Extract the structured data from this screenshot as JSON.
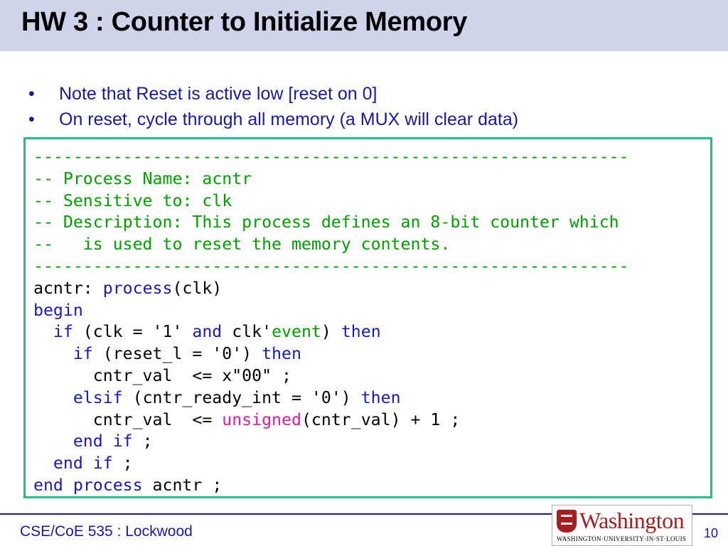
{
  "slide": {
    "title": "HW 3 : Counter to Initialize Memory",
    "bullets": [
      "Note that Reset is active low [reset on 0]",
      "On reset, cycle through all memory (a MUX will clear data)"
    ],
    "bullet_glyph": "•"
  },
  "code": {
    "lines": [
      [
        {
          "t": "------------------------------------------------------------",
          "c": "c"
        }
      ],
      [
        {
          "t": "-- Process Name: acntr",
          "c": "c"
        }
      ],
      [
        {
          "t": "-- Sensitive to: clk",
          "c": "c"
        }
      ],
      [
        {
          "t": "-- Description: This process defines an 8-bit counter which",
          "c": "c"
        }
      ],
      [
        {
          "t": "--   is used to reset the memory contents.",
          "c": "c"
        }
      ],
      [
        {
          "t": "------------------------------------------------------------",
          "c": "c"
        }
      ],
      [
        {
          "t": "acntr: ",
          "c": ""
        },
        {
          "t": "process",
          "c": "k"
        },
        {
          "t": "(clk)",
          "c": ""
        }
      ],
      [
        {
          "t": "begin",
          "c": "k"
        }
      ],
      [
        {
          "t": "  ",
          "c": ""
        },
        {
          "t": "if",
          "c": "k"
        },
        {
          "t": " (clk = '1' ",
          "c": ""
        },
        {
          "t": "and",
          "c": "k"
        },
        {
          "t": " clk'",
          "c": ""
        },
        {
          "t": "event",
          "c": "a"
        },
        {
          "t": ") ",
          "c": ""
        },
        {
          "t": "then",
          "c": "k"
        }
      ],
      [
        {
          "t": "    ",
          "c": ""
        },
        {
          "t": "if",
          "c": "k"
        },
        {
          "t": " (reset_l = '0') ",
          "c": ""
        },
        {
          "t": "then",
          "c": "k"
        }
      ],
      [
        {
          "t": "      cntr_val  <= x\"00\" ;",
          "c": ""
        }
      ],
      [
        {
          "t": "    ",
          "c": ""
        },
        {
          "t": "elsif",
          "c": "k"
        },
        {
          "t": " (cntr_ready_int = '0') ",
          "c": ""
        },
        {
          "t": "then",
          "c": "k"
        }
      ],
      [
        {
          "t": "      cntr_val  <= ",
          "c": ""
        },
        {
          "t": "unsigned",
          "c": "t"
        },
        {
          "t": "(cntr_val) + 1 ;",
          "c": ""
        }
      ],
      [
        {
          "t": "    ",
          "c": ""
        },
        {
          "t": "end",
          "c": "k"
        },
        {
          "t": " ",
          "c": ""
        },
        {
          "t": "if",
          "c": "k"
        },
        {
          "t": " ;",
          "c": ""
        }
      ],
      [
        {
          "t": "  ",
          "c": ""
        },
        {
          "t": "end",
          "c": "k"
        },
        {
          "t": " ",
          "c": ""
        },
        {
          "t": "if",
          "c": "k"
        },
        {
          "t": " ;",
          "c": ""
        }
      ],
      [
        {
          "t": "end",
          "c": "k"
        },
        {
          "t": " ",
          "c": ""
        },
        {
          "t": "process",
          "c": "k"
        },
        {
          "t": " acntr ;",
          "c": ""
        }
      ]
    ]
  },
  "footer": {
    "course": "CSE/CoE 535 : Lockwood",
    "page_number": "10"
  },
  "logo": {
    "wordmark": "Washington",
    "subline": "WASHINGTON·UNIVERSITY·IN·ST·LOUIS"
  },
  "colors": {
    "title_bar": "#cfd4ea",
    "text_blue": "#1a1a9e",
    "code_border": "#1fbf8f",
    "comment_green": "#00a000",
    "keyword_blue": "#1a1ab8",
    "type_magenta": "#e01aa8",
    "logo_red": "#a61e22"
  }
}
